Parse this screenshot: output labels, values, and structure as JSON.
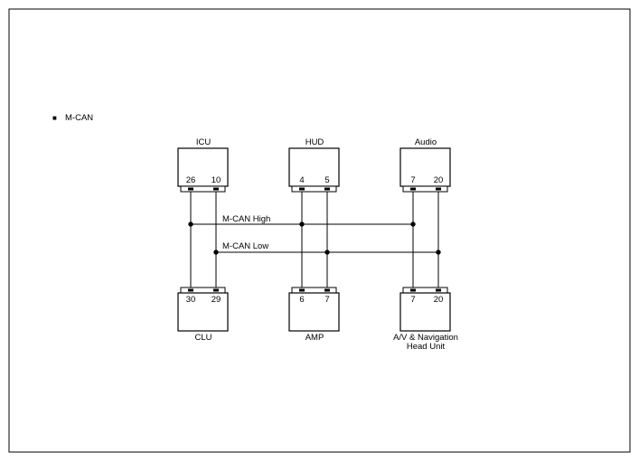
{
  "section": {
    "bullet": "■",
    "title": "M-CAN"
  },
  "top_modules": [
    {
      "name": "ICU",
      "pins": [
        "26",
        "10"
      ]
    },
    {
      "name": "HUD",
      "pins": [
        "4",
        "5"
      ]
    },
    {
      "name": "Audio",
      "pins": [
        "7",
        "20"
      ]
    }
  ],
  "bottom_modules": [
    {
      "name": "CLU",
      "pins": [
        "30",
        "29"
      ]
    },
    {
      "name": "AMP",
      "pins": [
        "6",
        "7"
      ]
    },
    {
      "name_line1": "A/V & Navigation",
      "name_line2": "Head Unit",
      "pins": [
        "7",
        "20"
      ]
    }
  ],
  "buses": {
    "high_label": "M-CAN High",
    "low_label": "M-CAN Low"
  }
}
